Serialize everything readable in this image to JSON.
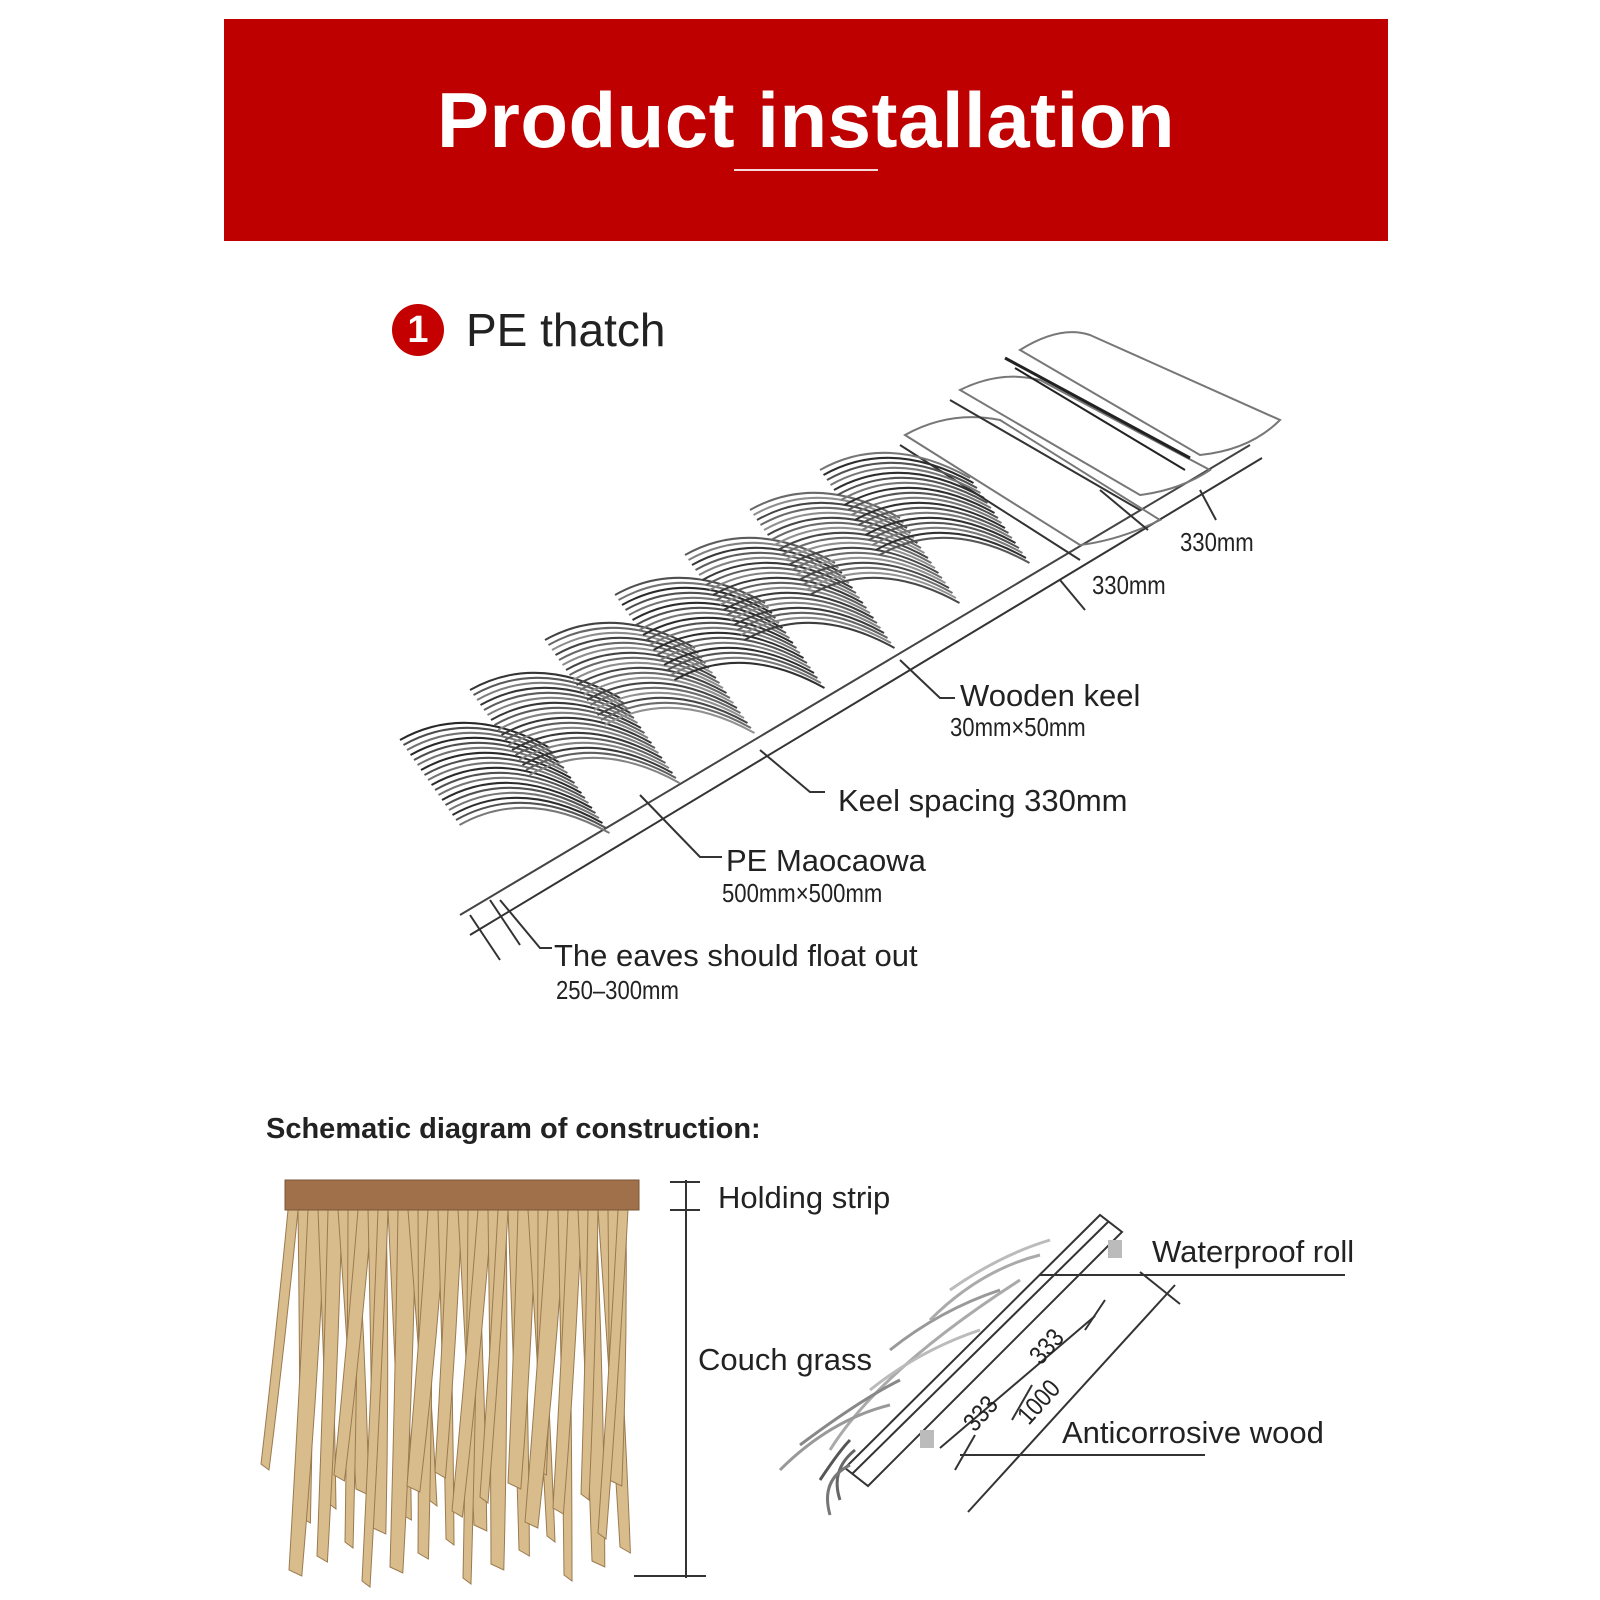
{
  "banner": {
    "title": "Product installation"
  },
  "step": {
    "number": "1",
    "label": "PE thatch"
  },
  "top_diagram": {
    "dim_330_a": "330mm",
    "dim_330_b": "330mm",
    "wooden_keel": "Wooden keel",
    "wooden_keel_size": "30mm×50mm",
    "keel_spacing": "Keel spacing 330mm",
    "pe_maocaowa": "PE Maocaowa",
    "pe_maocaowa_size": "500mm×500mm",
    "eaves": "The eaves should float out",
    "eaves_size": "250–300mm"
  },
  "construction": {
    "title": "Schematic diagram of construction:",
    "holding_strip": "Holding strip",
    "couch_grass": "Couch grass",
    "waterproof_roll": "Waterproof roll",
    "anticorrosive_wood": "Anticorrosive wood",
    "dim_333_a": "333",
    "dim_333_b": "333",
    "dim_1000": "1000"
  },
  "colors": {
    "banner_red": "#bf0000",
    "badge_red": "#c40000",
    "strip_brown": "#a0704a",
    "grass_tan": "#d9bc8c"
  }
}
